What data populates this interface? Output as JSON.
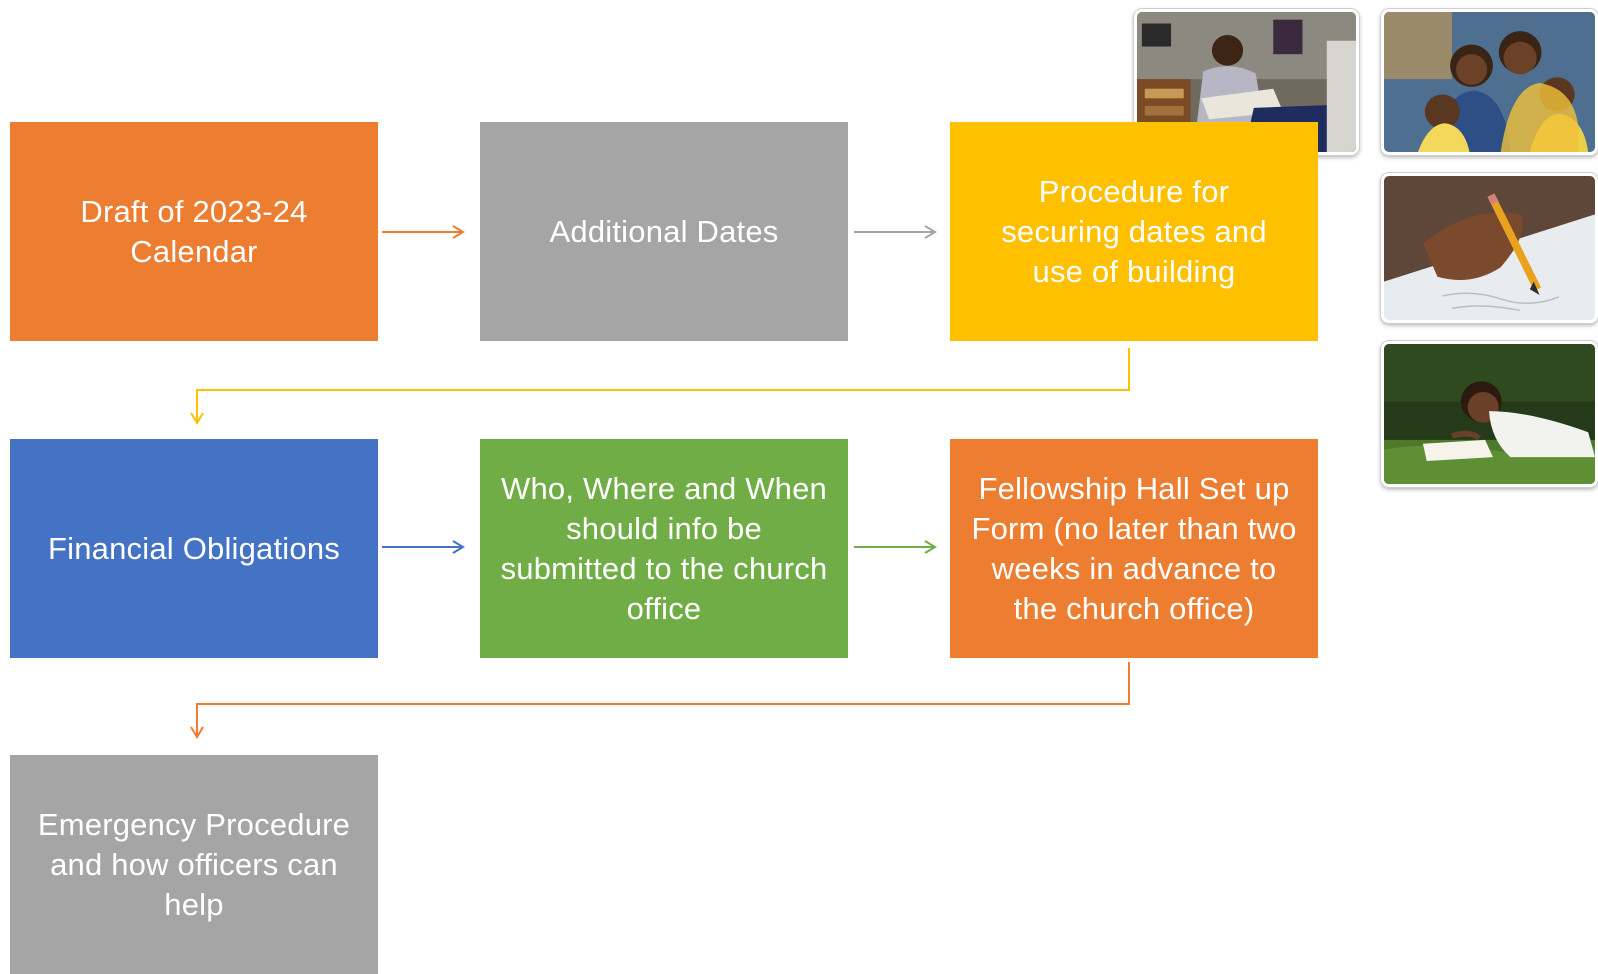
{
  "colors": {
    "orange": "#ED7D31",
    "gray": "#A5A5A5",
    "gold": "#FFC000",
    "blue": "#4472C4",
    "green": "#70AD47"
  },
  "steps": [
    {
      "label": "Draft of 2023-24 Calendar",
      "color": "#ED7D31"
    },
    {
      "label": "Additional Dates",
      "color": "#A5A5A5"
    },
    {
      "label": "Procedure for securing dates and use of building",
      "color": "#FFC000"
    },
    {
      "label": "Financial Obligations",
      "color": "#4472C4"
    },
    {
      "label": "Who, Where and When should info be submitted to the church office",
      "color": "#70AD47"
    },
    {
      "label": "Fellowship Hall Set up Form (no later than two weeks in advance to the church office)",
      "color": "#ED7D31"
    },
    {
      "label": "Emergency Procedure and how officers can help",
      "color": "#A5A5A5"
    }
  ],
  "photos": [
    {
      "subject": "student reading in bedroom"
    },
    {
      "subject": "smiling family"
    },
    {
      "subject": "hand writing with pencil"
    },
    {
      "subject": "child reading on grass"
    }
  ]
}
